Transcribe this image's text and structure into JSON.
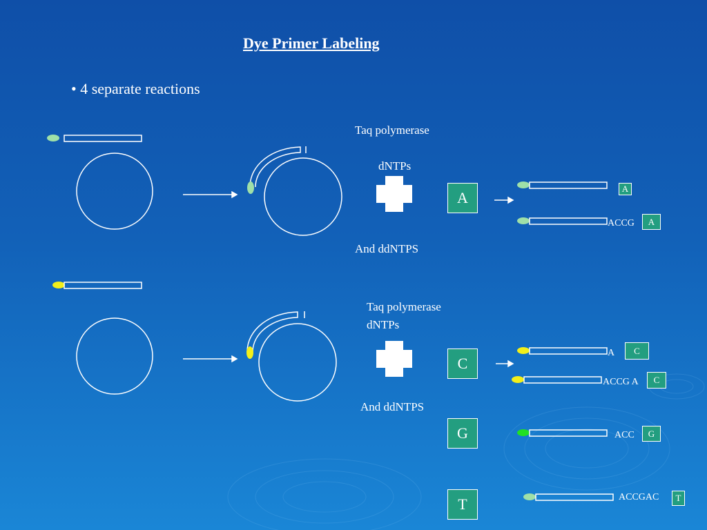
{
  "title": "Dye Primer Labeling",
  "bullet": "• 4 separate reactions",
  "reaction1": {
    "enzyme": "Taq polymerase",
    "dntps": "dNTPs",
    "ddntps": "And ddNTPS",
    "base": "A",
    "products": [
      {
        "prefix": "",
        "terminal": "A"
      },
      {
        "prefix": "ACCG",
        "terminal": "A"
      }
    ]
  },
  "reaction2": {
    "enzyme": "Taq polymerase",
    "dntps": "dNTPs",
    "ddntps": "And ddNTPS",
    "base_c": "C",
    "base_g": "G",
    "base_t": "T",
    "products": [
      {
        "prefix": "A",
        "terminal": "C"
      },
      {
        "prefix": "ACCG A",
        "terminal": "C"
      },
      {
        "prefix": "ACC",
        "terminal": "G"
      },
      {
        "prefix": "ACCGAC",
        "terminal": "T"
      }
    ]
  },
  "colors": {
    "background_top": "#0f4fa8",
    "background_bottom": "#1a86d6",
    "dye_light_green": "#9fe0a8",
    "dye_yellow": "#f2ef1a",
    "dye_bright_green": "#22e022",
    "base_box": "#239e80"
  }
}
